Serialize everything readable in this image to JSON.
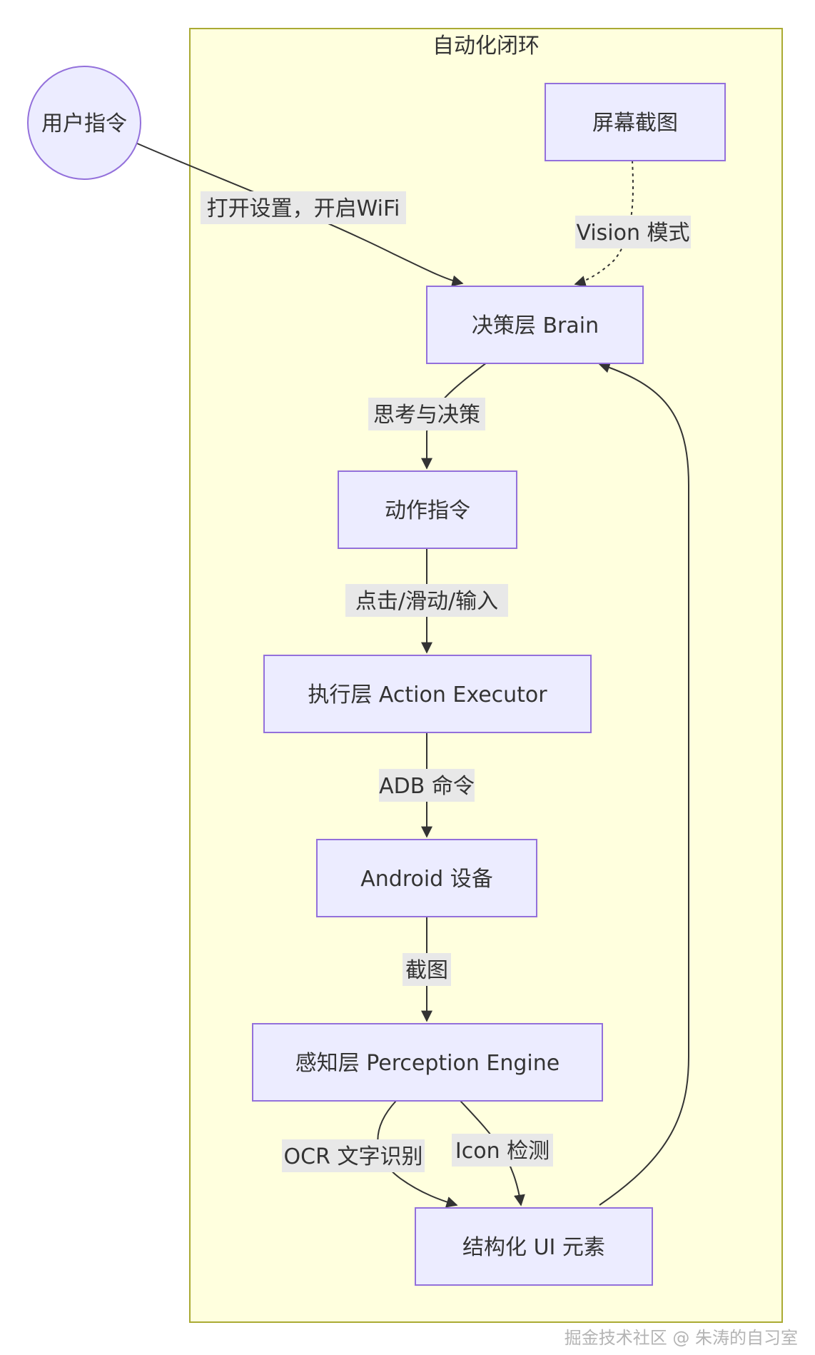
{
  "colors": {
    "cluster_fill": "#ffffde",
    "cluster_stroke": "#aaaa33",
    "node_fill": "#ececff",
    "node_stroke": "#9370db",
    "edge": "#333333",
    "edge_label_bg": "#e8e8e8",
    "text": "#333333"
  },
  "cluster": {
    "title": "自动化闭环"
  },
  "nodes": {
    "user_command": "用户指令",
    "screenshot": "屏幕截图",
    "brain": "决策层 Brain",
    "action_command": "动作指令",
    "executor": "执行层 Action Executor",
    "android": "Android 设备",
    "perception": "感知层 Perception Engine",
    "ui_elements": "结构化 UI 元素"
  },
  "edges": {
    "user_to_brain": "打开设置，开启WiFi",
    "screenshot_to_brain": "Vision 模式",
    "brain_to_action": "思考与决策",
    "action_to_executor": "点击/滑动/输入",
    "executor_to_android": "ADB 命令",
    "android_to_perception": "截图",
    "perception_to_ui_ocr": "OCR 文字识别",
    "perception_to_ui_icon": "Icon 检测"
  },
  "watermark": "掘金技术社区 @ 朱涛的自习室"
}
